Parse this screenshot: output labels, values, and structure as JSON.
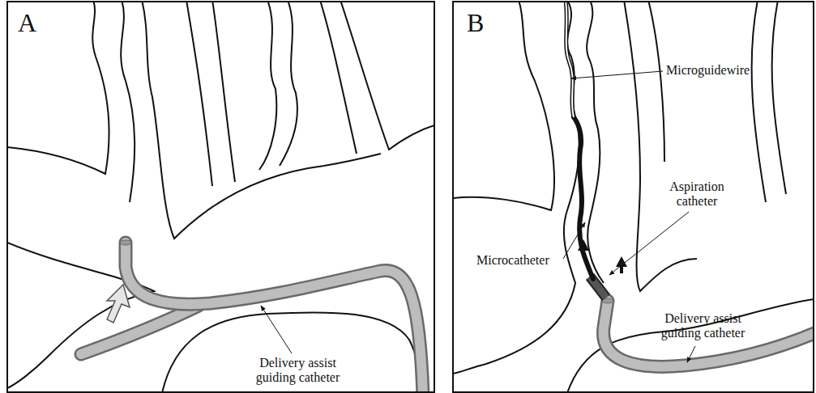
{
  "diagram": {
    "labels": [
      "A",
      "Delivery assist guiding catheter",
      "B",
      "Microguidewire",
      "Aspiration catheter",
      "Microcatheter",
      "Delivery assist guiding catheter"
    ]
  }
}
